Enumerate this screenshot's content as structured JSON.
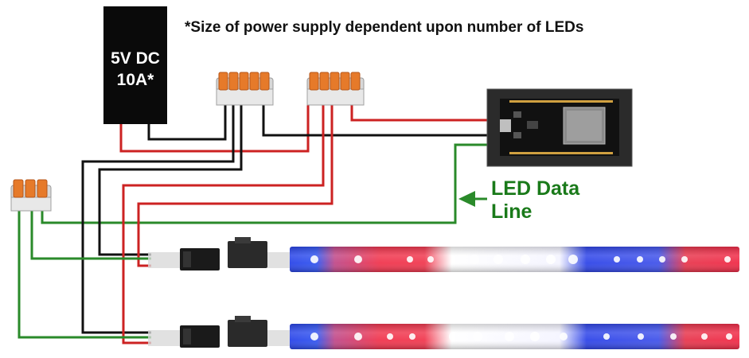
{
  "power_supply": {
    "line1": "5V DC",
    "line2": "10A*"
  },
  "note": "*Size of power supply dependent upon number of LEDs",
  "data_line_label": {
    "line1": "LED Data",
    "line2": "Line"
  },
  "colors": {
    "power_wire": "#cc2222",
    "ground_wire": "#111111",
    "data_wire": "#2a8a2a",
    "connector_orange": "#e67a2a",
    "led_red": "#f0304a",
    "led_blue": "#2040e0",
    "led_white": "#ffffff"
  }
}
